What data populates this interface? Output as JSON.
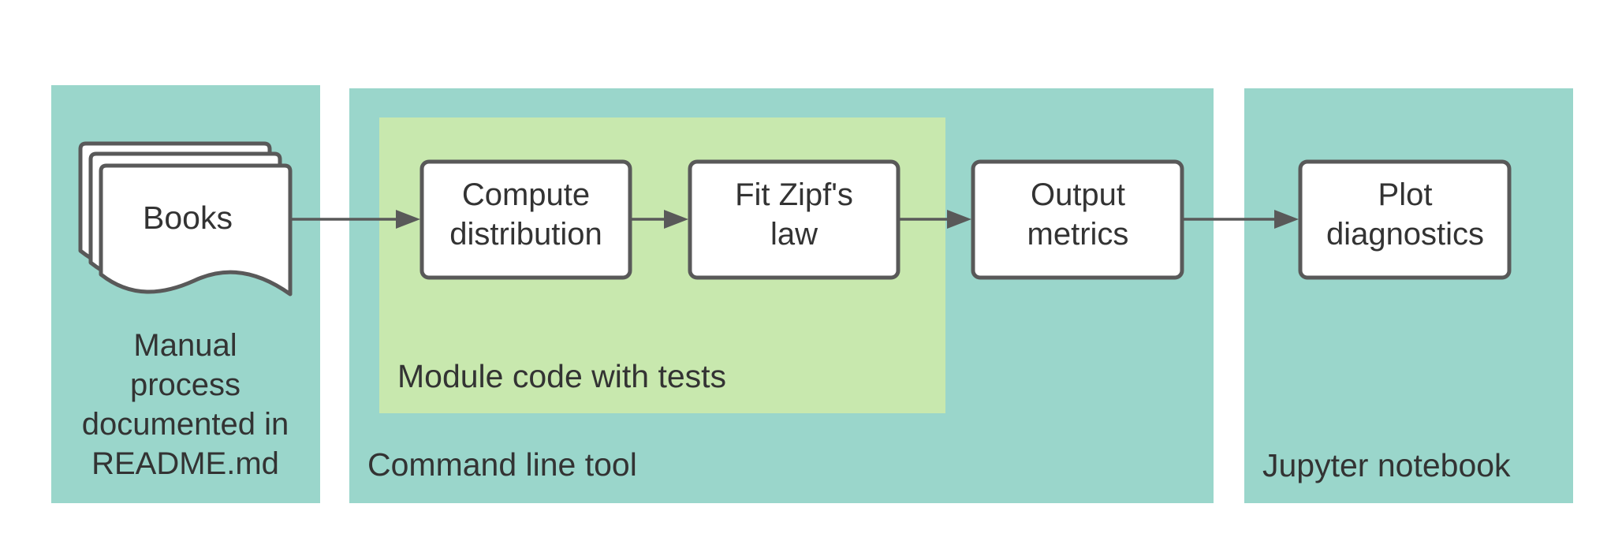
{
  "colors": {
    "panel_teal": "#9ad6cb",
    "panel_green": "#c8e8ae",
    "box_fill": "#ffffff",
    "stroke": "#595959",
    "text": "#333333"
  },
  "panels": {
    "manual": {
      "lines": [
        "Manual",
        "process",
        "documented in",
        "README.md"
      ]
    },
    "command_line": {
      "label": "Command line tool"
    },
    "module": {
      "label": "Module code with tests"
    },
    "jupyter": {
      "label": "Jupyter notebook"
    }
  },
  "nodes": {
    "books": {
      "label": "Books",
      "icon": "document-stack-icon"
    },
    "compute": {
      "lines": [
        "Compute",
        "distribution"
      ]
    },
    "fit": {
      "lines": [
        "Fit Zipf's",
        "law"
      ]
    },
    "output": {
      "lines": [
        "Output",
        "metrics"
      ]
    },
    "plot": {
      "lines": [
        "Plot",
        "diagnostics"
      ]
    }
  },
  "edges": [
    {
      "from": "Books",
      "to": "Compute distribution"
    },
    {
      "from": "Compute distribution",
      "to": "Fit Zipf's law"
    },
    {
      "from": "Fit Zipf's law",
      "to": "Output metrics"
    },
    {
      "from": "Output metrics",
      "to": "Plot diagnostics"
    }
  ]
}
